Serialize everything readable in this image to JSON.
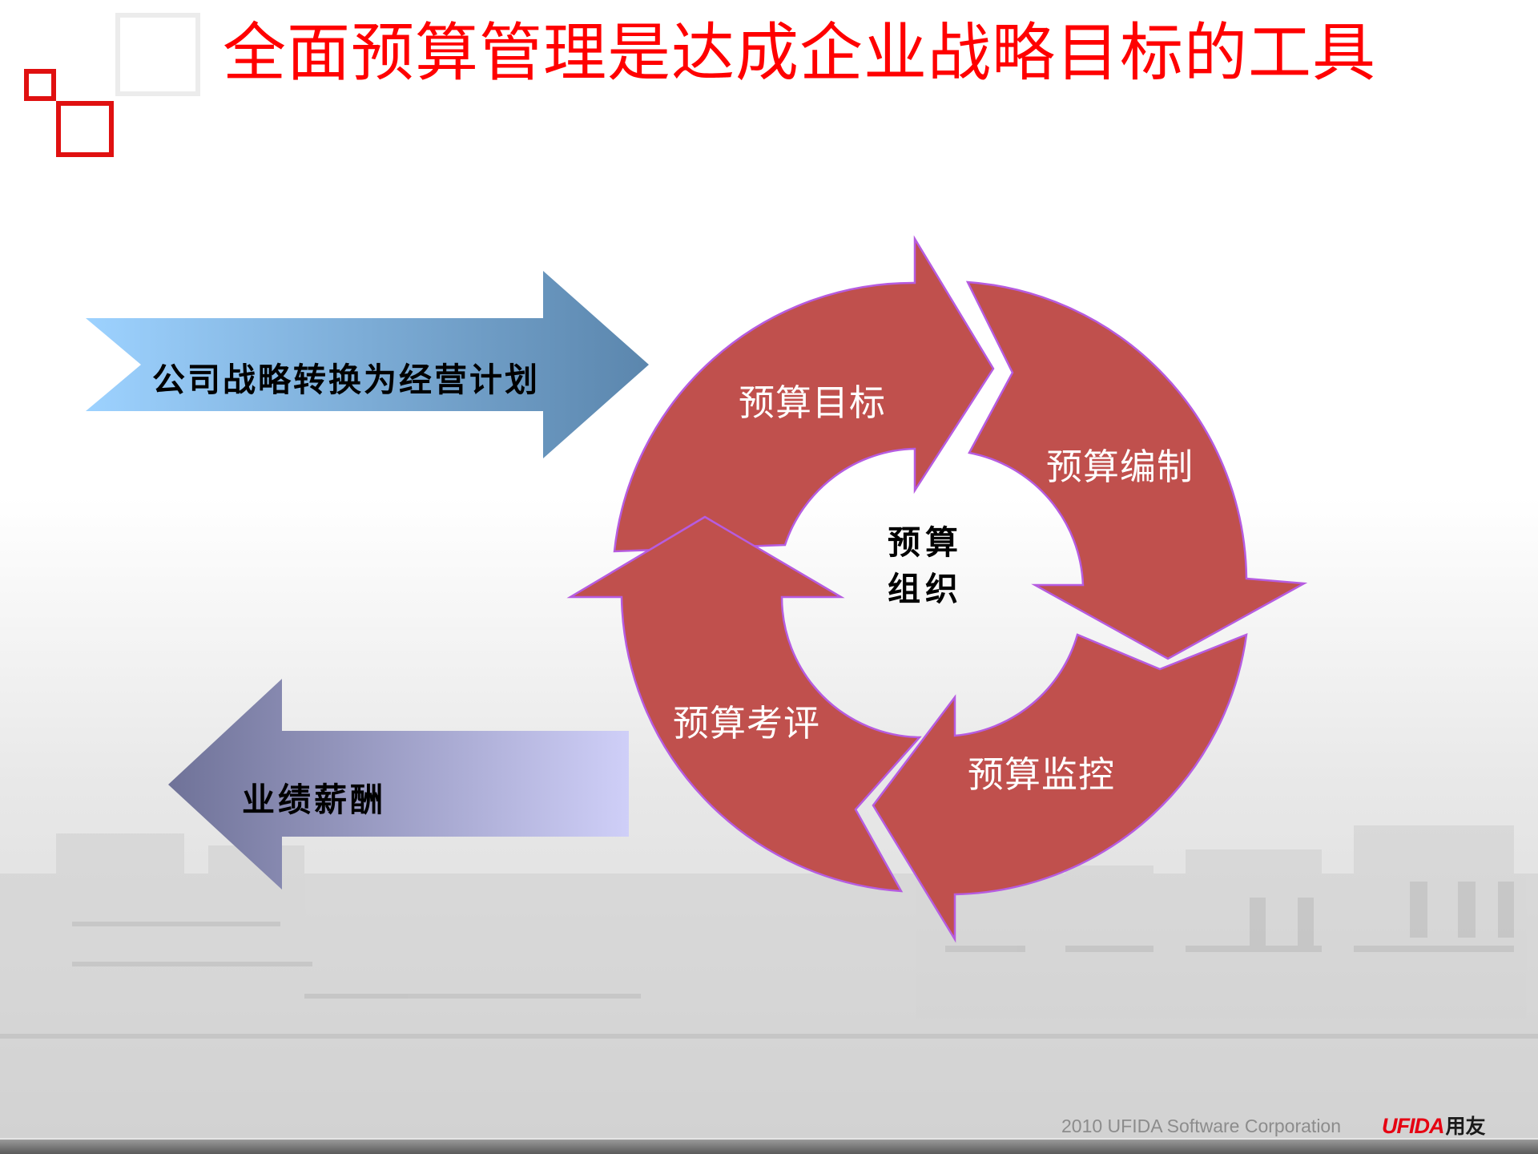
{
  "title": "全面预算管理是达成企业战略目标的工具",
  "left_arrows": {
    "strategy": "公司战略转换为经营计划",
    "salary": "业绩薪酬"
  },
  "cycle": {
    "center": "预算组织",
    "segments": {
      "target": "预算目标",
      "compile": "预算编制",
      "monitor": "预算监控",
      "evaluate": "预算考评"
    },
    "color": "#c0504d",
    "outline_color": "#b65ce0"
  },
  "footer": {
    "copyright": "2010 UFIDA Software Corporation",
    "brand": "UFIDA",
    "brand_cn": "用友"
  },
  "colors": {
    "title": "#ff0000",
    "accent_red": "#e01010",
    "strategy_arrow_from": "#9dd2ff",
    "strategy_arrow_to": "#5b86ad",
    "salary_arrow_from": "#6f7298",
    "salary_arrow_to": "#cfcff8"
  }
}
